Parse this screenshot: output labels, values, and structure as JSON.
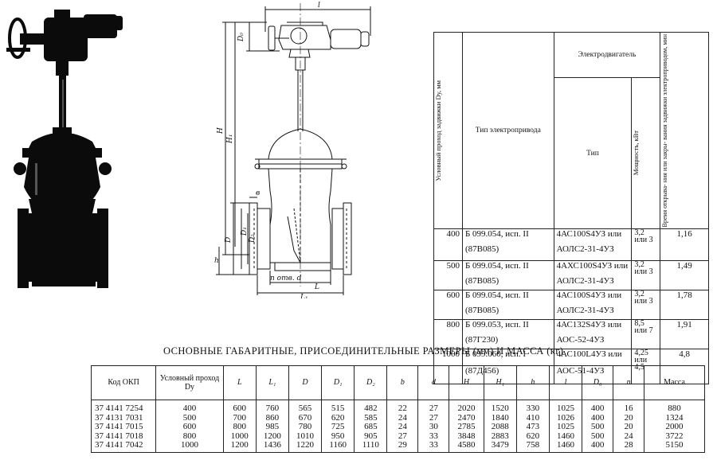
{
  "drawing": {
    "dims": {
      "l": "l",
      "H": "H",
      "H1": "H₁",
      "h": "h",
      "b": "в",
      "D": "D",
      "D1": "D₁",
      "D2": "D₂",
      "L": "L",
      "L1": "L₁",
      "n_hole": "n отв. d",
      "D0": "D₀"
    }
  },
  "motor_table": {
    "headers": {
      "dn": "Условный проход задвижки Dу, мм",
      "drive_type": "Тип электропривода",
      "motor": "Электродвигатель",
      "type": "Тип",
      "power": "Мощность, кВт",
      "time": "Время открыва- ния или закры- вания задвижки электроприводом, мин"
    },
    "rows": [
      {
        "dn": "400",
        "drive": "Б 099.054, исп. II",
        "drive2": "(87В085)",
        "motor": "4АС100S4УЗ или",
        "motor2": "АОЛС2-31-4УЗ",
        "power": "3,2 или 3",
        "time": "1,16"
      },
      {
        "dn": "500",
        "drive": "Б 099.054, исп. II",
        "drive2": "(87В085)",
        "motor": "4АХС100S4УЗ или",
        "motor2": "АОЛС2-31-4УЗ",
        "power": "3,2 или 3",
        "time": "1,49"
      },
      {
        "dn": "600",
        "drive": "Б 099.054, исп. II",
        "drive2": "(87В085)",
        "motor": "4АС100S4УЗ или",
        "motor2": "АОЛС2-31-4УЗ",
        "power": "3,2 или 3",
        "time": "1,78"
      },
      {
        "dn": "800",
        "drive": "Б 099.053, исп. II",
        "drive2": "(87Г230)",
        "motor": "4АС132S4УЗ или",
        "motor2": "АОС-52-4УЗ",
        "power": "8,5 или 7",
        "time": "1,91"
      },
      {
        "dn": "1000",
        "drive": "Б 099.060, исп. I",
        "drive2": "(87Д456)",
        "motor": "4АС100L4УЗ или",
        "motor2": "АОС-51-4УЗ",
        "power": "4,25 или 4,5",
        "time": "4,8"
      }
    ]
  },
  "dimensions_table": {
    "title": "ОСНОВНЫЕ ГАБАРИТНЫЕ, ПРИСОЕДИНИТЕЛЬНЫЕ РАЗМЕРЫ (мм) И МАССА (кг)",
    "headers": [
      "Код ОКП",
      "Условный проход Dу",
      "L",
      "L₁",
      "D",
      "D₁",
      "D₂",
      "b",
      "d",
      "H",
      "H₁",
      "h",
      "l",
      "D₀",
      "n",
      "Масса"
    ],
    "rows": [
      [
        "37 4141 7254",
        "400",
        "600",
        "760",
        "565",
        "515",
        "482",
        "22",
        "27",
        "2020",
        "1520",
        "330",
        "1025",
        "400",
        "16",
        "880"
      ],
      [
        "37 4131 7031",
        "500",
        "700",
        "860",
        "670",
        "620",
        "585",
        "24",
        "27",
        "2470",
        "1840",
        "410",
        "1026",
        "400",
        "20",
        "1324"
      ],
      [
        "37 4141 7015",
        "600",
        "800",
        "985",
        "780",
        "725",
        "685",
        "24",
        "30",
        "2785",
        "2088",
        "473",
        "1025",
        "500",
        "20",
        "2000"
      ],
      [
        "37 4141 7018",
        "800",
        "1000",
        "1200",
        "1010",
        "950",
        "905",
        "27",
        "33",
        "3848",
        "2883",
        "620",
        "1460",
        "500",
        "24",
        "3722"
      ],
      [
        "37 4141 7042",
        "1000",
        "1200",
        "1436",
        "1220",
        "1160",
        "1110",
        "29",
        "33",
        "4580",
        "3479",
        "758",
        "1460",
        "400",
        "28",
        "5150"
      ]
    ]
  }
}
